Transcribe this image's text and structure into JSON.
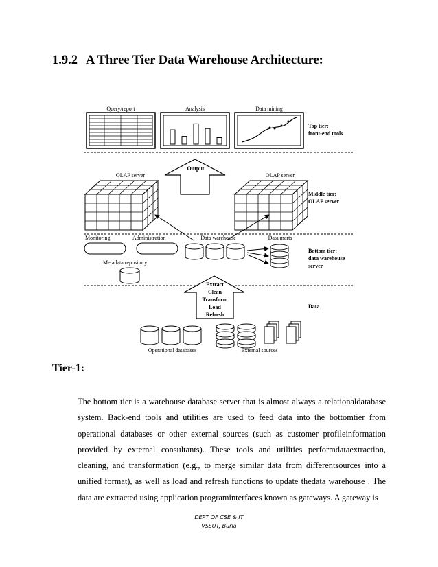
{
  "section": {
    "number": "1.9.2",
    "title": "A Three Tier Data Warehouse Architecture:"
  },
  "diagram": {
    "labels": {
      "query_report": "Query/report",
      "analysis": "Analysis",
      "data_mining": "Data mining",
      "top_tier_1": "Top tier:",
      "top_tier_2": "front-end tools",
      "output": "Output",
      "olap_left": "OLAP server",
      "olap_right": "OLAP server",
      "middle_tier_1": "Middle tier:",
      "middle_tier_2": "OLAP server",
      "monitoring": "Monitoring",
      "administration": "Administration",
      "data_warehouse": "Data warehouse",
      "data_marts": "Data marts",
      "bottom_tier_1": "Bottom tier:",
      "bottom_tier_2": "data warehouse",
      "bottom_tier_3": "server",
      "metadata_repository": "Metadata repository",
      "extract": "Extract",
      "clean": "Clean",
      "transform": "Transform",
      "load": "Load",
      "refresh": "Refresh",
      "data": "Data",
      "operational_databases": "Operational databases",
      "external_sources": "External sources"
    },
    "analysis_bars": [
      0.55,
      0.3,
      0.78,
      0.6,
      0.25
    ]
  },
  "tier1": {
    "heading": "Tier-1:",
    "paragraph": "The bottom tier is a warehouse database server that is almost always a relationaldatabase system. Back-end tools and utilities are used to feed data into the bottomtier from operational databases or other external sources (such as customer profileinformation provided by external consultants). These tools and utilities performdataextraction, cleaning, and transformation (e.g., to merge similar data from differentsources into a unified format), as well as load and refresh functions to update thedata warehouse . The data are extracted using application programinterfaces known as gateways. A gateway is"
  },
  "footer": {
    "line1": "DEPT OF CSE & IT",
    "line2": "VSSUT, Burla"
  }
}
